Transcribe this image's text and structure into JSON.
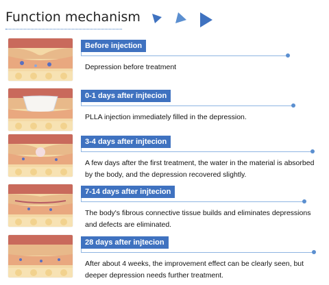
{
  "header": {
    "title": "Function mechanism"
  },
  "stages": [
    {
      "label": "Before injection",
      "text": "Depression before treatment"
    },
    {
      "label": "0-1 days after injtecion",
      "text": "PLLA injection immediately filled in the depression."
    },
    {
      "label": "3-4 days after injtecion",
      "text": "A few days after the first treatment, the water in the material is absorbed by the body, and the depression recovered slightly."
    },
    {
      "label": "7-14 days after injtecion",
      "text": "The body's fibrous connective tissue builds and eliminates depressions and defects are eliminated."
    },
    {
      "label": "28 days after injtecion",
      "text": "After about 4 weeks, the improvement effect can be clearly seen, but deeper depression needs further treatment."
    }
  ],
  "colors": {
    "accent": "#3f72c0",
    "line": "#8db4e2"
  }
}
